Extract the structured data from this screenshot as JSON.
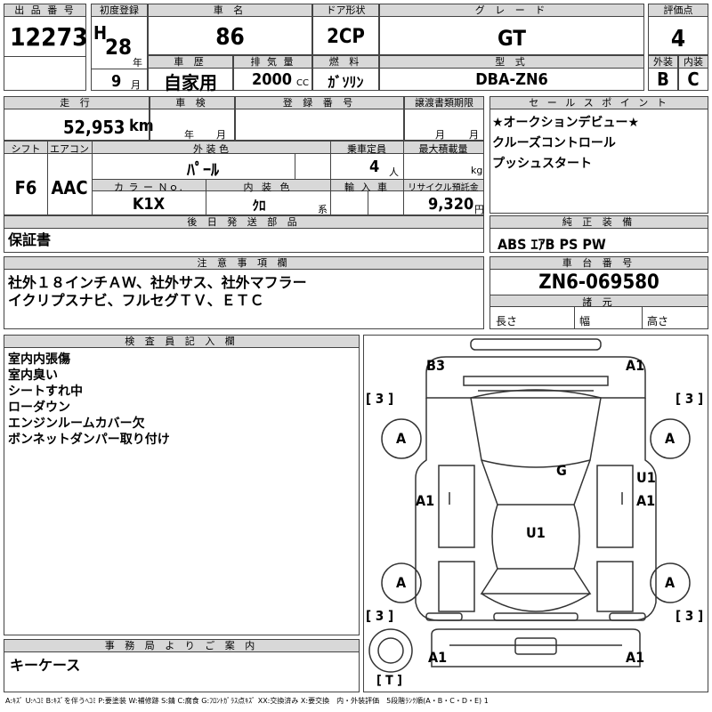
{
  "headers": {
    "lot_no": "出 品 番 号",
    "first_reg": "初度登録",
    "car_name": "車 名",
    "door": "ドア形状",
    "grade": "グ レ ー ド",
    "score": "評価点",
    "history": "車 歴",
    "displacement": "排 気 量",
    "fuel": "燃 料",
    "model": "型 式",
    "exterior": "外装",
    "interior": "内装",
    "mileage": "走 行",
    "inspection": "車 検",
    "reg_no": "登 録 番 号",
    "transfer": "譲渡書類期限",
    "sales_points": "セ ー ル ス ポ イ ン ト",
    "shift": "シフト",
    "aircon": "エアコン",
    "ext_color": "外 装 色",
    "capacity": "乗車定員",
    "max_load": "最大積載量",
    "color_no": "カ ラ ー Ｎｏ.",
    "int_color": "内 装 色",
    "import": "輸 入 車",
    "recycle": "リサイクル預託金",
    "later_parts": "後 日 発 送 部 品",
    "genuine": "純 正 装 備",
    "notes": "注 意 事 項 欄",
    "chassis_no": "車 台 番 号",
    "specs": "諸 元",
    "inspector": "検 査 員 記 入 欄",
    "office": "事 務 局 よ り ご 案 内"
  },
  "units": {
    "era": "H",
    "year": "年",
    "month": "月",
    "cc": "CC",
    "km": "km",
    "y": "年",
    "m": "月",
    "persons": "人",
    "kg": "kg",
    "kei": "系",
    "yen": "円"
  },
  "values": {
    "lot_no": "12273",
    "reg_year": "28",
    "reg_month": "9",
    "car_name": "86",
    "door": "2CP",
    "grade": "GT",
    "score": "4",
    "history": "自家用",
    "displacement": "2000",
    "fuel": "ｶﾞｿﾘﾝ",
    "model": "DBA-ZN6",
    "exterior": "B",
    "interior": "C",
    "mileage": "52,953",
    "shift": "F6",
    "aircon": "AAC",
    "ext_color": "ﾊﾟｰﾙ",
    "capacity": "4",
    "color_no": "K1X",
    "int_color": "ｸﾛ",
    "recycle": "9,320",
    "later_parts": "保証書",
    "genuine": "ABS ｴｱB PS PW",
    "chassis_no": "ZN6-069580",
    "length": "長さ",
    "width": "幅",
    "height": "高さ",
    "office": "キーケース"
  },
  "sales_points": [
    "★オークションデビュー★",
    "クルーズコントロール",
    "プッシュスタート"
  ],
  "notes": [
    "社外１８インチＡＷ、社外サス、社外マフラー",
    "イクリプスナビ、フルセグＴＶ、ＥＴＣ"
  ],
  "inspector_notes": [
    "室内内張傷",
    "室内臭い",
    "シートすれ中",
    "ローダウン",
    "エンジンルームカバー欠",
    "ボンネットダンパー取り付け"
  ],
  "diagram": {
    "b3": "B3",
    "a1_tr": "A1",
    "bracket_tl": "[ 3 ]",
    "bracket_tr": "[ 3 ]",
    "tire_fl": "A",
    "tire_fr": "A",
    "tire_rl": "A",
    "tire_rr": "A",
    "g": "G",
    "u1_r": "U1",
    "a1_l": "A1",
    "a1_r": "A1",
    "u1_c": "U1",
    "bracket_bl": "[ 3 ]",
    "bracket_br": "[ 3 ]",
    "a1_bl": "A1",
    "a1_br": "A1",
    "bracket_t": "[ T ]"
  },
  "legend": "A:ｷｽﾞ U:ﾍｺﾐ B:ｷｽﾞを伴うﾍｺﾐ P:要塗装 W:補修跡 S:錆 C:腐食 G:ﾌﾛﾝﾄｶﾞﾗｽ点ｷｽﾞ XX:交換済み X:要交換　内・外装評価　5段階ﾗﾝｸ順(A・B・C・D・E) 1"
}
